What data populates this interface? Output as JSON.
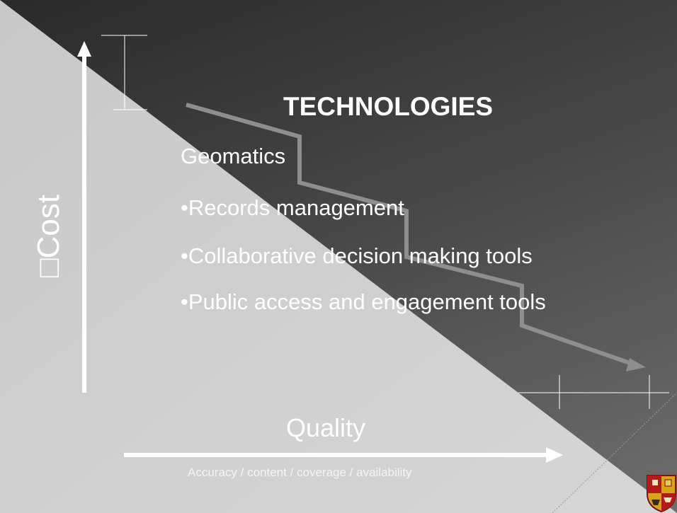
{
  "slide": {
    "title": "TECHNOLOGIES",
    "bullets": [
      "Geomatics",
      "•Records management",
      "•Collaborative decision making tools",
      "•Public access and engagement tools"
    ]
  },
  "axes": {
    "cost_label": "□Cost",
    "quality_label": "Quality",
    "quality_sublabel": "Accuracy / content / coverage / availability"
  },
  "colors": {
    "light_triangle": "#d0d0d0",
    "dark_bg": "#3a3a3a",
    "step_line": "#8e8e8e",
    "arrows": "#ffffff"
  },
  "icons": {
    "crest": "university-crest-icon"
  }
}
